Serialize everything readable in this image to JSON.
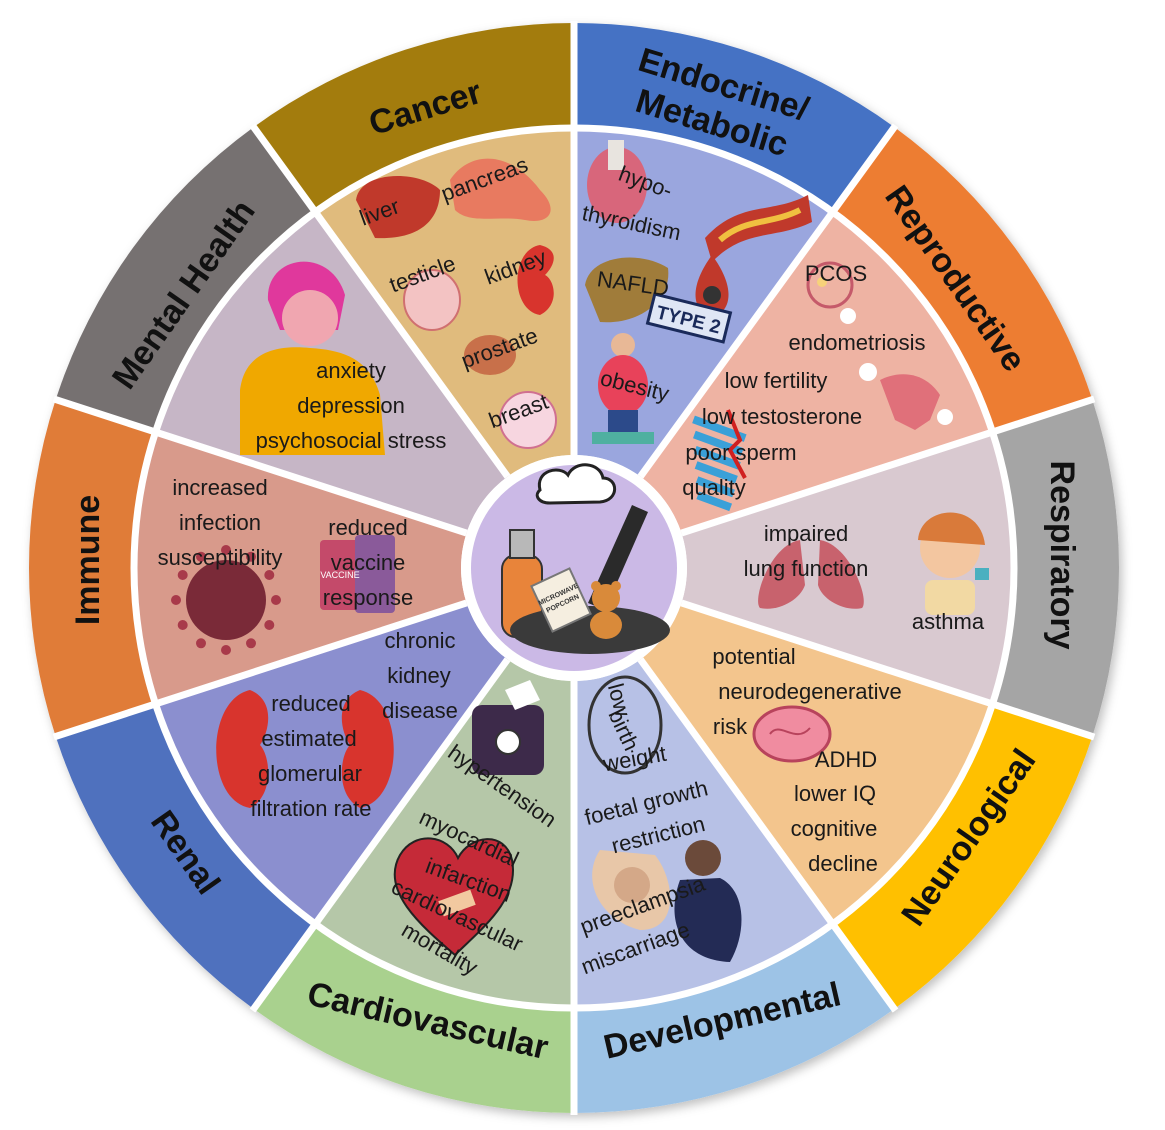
{
  "categories": [
    {
      "key": "endocrine",
      "lines": [
        "Endocrine/",
        "Metabolic"
      ],
      "outer": "#4472c4",
      "inner": "#9aa6de",
      "items": [
        "hypo-",
        "thyroidism",
        "NAFLD",
        "obesity"
      ],
      "icons": [
        "thyroid-icon",
        "artery-icon",
        "liver-icon",
        "blood-drop-icon",
        "type2-badge-icon",
        "person-on-scale-icon"
      ],
      "badge": "TYPE 2"
    },
    {
      "key": "reproductive",
      "lines": [
        "Reproductive"
      ],
      "outer": "#ed7d31",
      "inner": "#eeb3a3",
      "items": [
        "PCOS",
        "endometriosis",
        "low fertility",
        "low testosterone",
        "poor sperm",
        "quality"
      ],
      "icons": [
        "ovary-icon",
        "uterus-icon",
        "sperm-chart-icon"
      ]
    },
    {
      "key": "respiratory",
      "lines": [
        "Respiratory"
      ],
      "outer": "#a5a5a5",
      "inner": "#d9c9d0",
      "items": [
        "impaired",
        "lung function",
        "asthma"
      ],
      "icons": [
        "lungs-icon",
        "girl-with-inhaler-icon"
      ]
    },
    {
      "key": "neurological",
      "lines": [
        "Neurological"
      ],
      "outer": "#ffc000",
      "inner": "#f3c58d",
      "items": [
        "potential",
        "neurodegenerative",
        "risk",
        "ADHD",
        "lower IQ",
        "cognitive",
        "decline"
      ],
      "icons": [
        "brain-icon"
      ]
    },
    {
      "key": "developmental",
      "lines": [
        "Developmental"
      ],
      "outer": "#9dc3e6",
      "inner": "#b7c1e6",
      "items": [
        "low",
        "birth",
        "weight",
        "foetal growth",
        "restriction",
        "preeclampsia",
        "miscarriage"
      ],
      "icons": [
        "scale-icon",
        "foetus-icon",
        "pregnant-woman-icon"
      ]
    },
    {
      "key": "cardiovascular",
      "lines": [
        "Cardiovascular"
      ],
      "outer": "#a9d18e",
      "inner": "#b5c7a8",
      "items": [
        "hypertension",
        "myocardial",
        "infarction",
        "cardiovascular",
        "mortality"
      ],
      "icons": [
        "blood-pressure-cuff-icon",
        "heart-icon"
      ]
    },
    {
      "key": "renal",
      "lines": [
        "Renal"
      ],
      "outer": "#4f71be",
      "inner": "#8b8fcf",
      "items": [
        "chronic",
        "kidney",
        "disease",
        "reduced",
        "estimated",
        "glomerular",
        "filtration rate"
      ],
      "icons": [
        "kidneys-icon"
      ]
    },
    {
      "key": "immune",
      "lines": [
        "Immune"
      ],
      "outer": "#e07b39",
      "inner": "#d89a8b",
      "items": [
        "increased",
        "infection",
        "susceptibility",
        "reduced",
        "vaccine",
        "response"
      ],
      "icons": [
        "virus-icon",
        "vaccine-vial-icon"
      ],
      "badge": "VACCINE"
    },
    {
      "key": "mental",
      "lines": [
        "Mental Health"
      ],
      "outer": "#767171",
      "inner": "#c6b6c6",
      "items": [
        "anxiety",
        "depression",
        "psychosocial stress"
      ],
      "icons": [
        "stressed-person-icon"
      ]
    },
    {
      "key": "cancer",
      "lines": [
        "Cancer"
      ],
      "outer": "#a37c0f",
      "inner": "#e0bb7d",
      "items": [
        "liver",
        "pancreas",
        "testicle",
        "kidney",
        "prostate",
        "breast"
      ],
      "icons": [
        "liver-icon",
        "pancreas-icon",
        "testicle-icon",
        "kidney-icon",
        "prostate-icon",
        "breast-icon"
      ]
    }
  ],
  "center": {
    "icons": [
      "fire-extinguisher-icon",
      "frying-pan-icon",
      "popcorn-bag-icon",
      "teddy-bear-icon",
      "smoke-cloud-icon"
    ],
    "popcorn_text": [
      "MICROWAVE",
      "POPCORN"
    ]
  },
  "colors": {
    "center_fill": "#cbb9e6",
    "ring_white": "#ffffff"
  }
}
